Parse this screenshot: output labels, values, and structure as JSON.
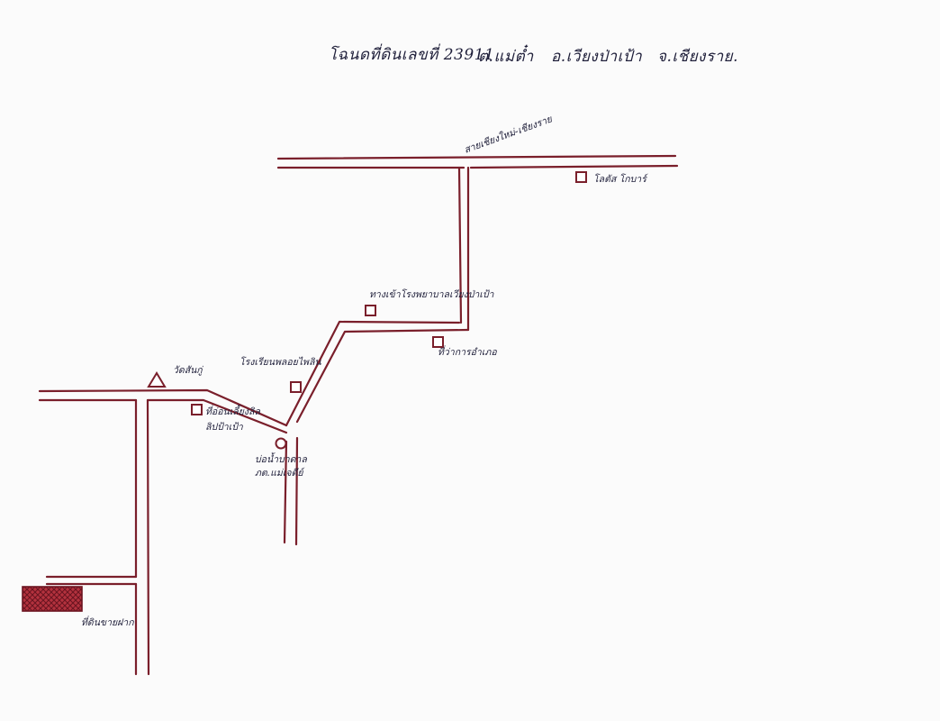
{
  "title": {
    "deed": "โฉนดที่ดินเลขที่ 23911",
    "subdistrict": "ต.แม่ต๋ำ",
    "district": "อ.เวียงป่าเป้า",
    "province": "จ.เชียงราย."
  },
  "colors": {
    "road": "#7a1f2b",
    "ink": "#1f1f3a",
    "paper": "#fbfbfb"
  },
  "landmarks": {
    "highway": "สายเชียงใหม่-เชียงราย",
    "lotus": "โลตัส โกบาร์",
    "hospital_entrance": "ทางเข้าโรงพยาบาลเวียงป่าเป้า",
    "district_office": "ที่ว่าการอำเภอ",
    "school": "โรงเรียนพลอยไพลิน",
    "temple": "วัดสันกู่",
    "health_center_line1": "ที่อ่อนเลี้ยงลิล",
    "health_center_line2": "ลิปป้าเป้า",
    "well_line1": "บ่อน้ำบาดาล",
    "well_line2": "ภต.แม่เจดีย์",
    "property": "ที่ดินขายฝาก"
  }
}
